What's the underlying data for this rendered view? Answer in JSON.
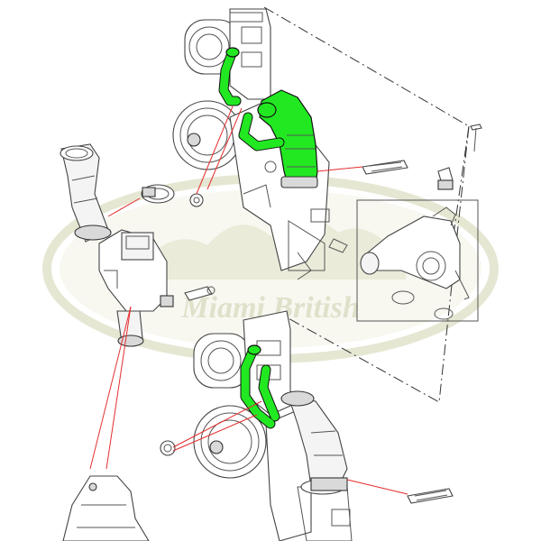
{
  "watermark": {
    "text": "Miami British",
    "color": "#c8c9a0"
  },
  "colors": {
    "highlight": "#22e822",
    "leader": "#e52d2d",
    "line": "#444444"
  },
  "diagram": {
    "type": "exploded parts diagram",
    "highlighted_parts": [
      "coolant-hose-upper",
      "coolant-pipe-outlet",
      "coolant-hose-lower"
    ]
  }
}
